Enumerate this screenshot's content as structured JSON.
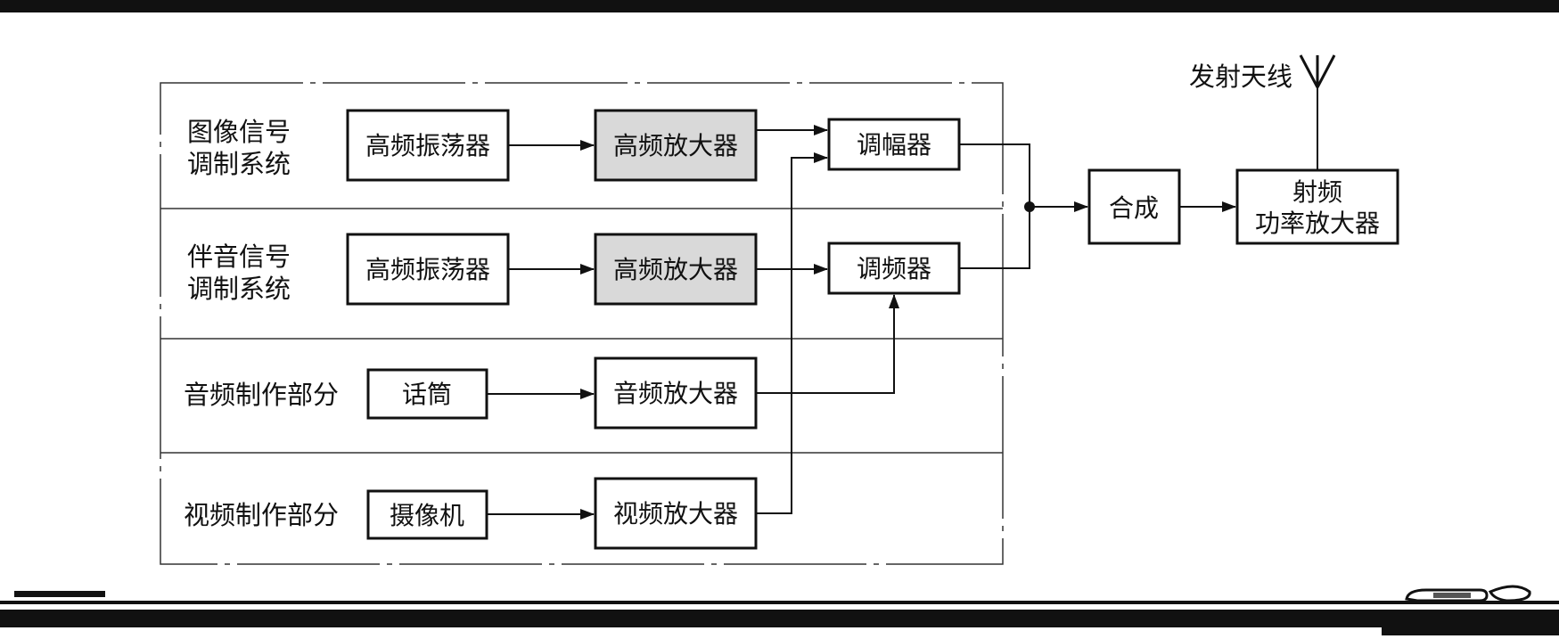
{
  "colors": {
    "ink": "#111111",
    "shaded": "#d9d9d9",
    "paper": "#ffffff",
    "frame_line": "#333333"
  },
  "sections": {
    "image": [
      "图像信号",
      "调制系统"
    ],
    "sound": [
      "伴音信号",
      "调制系统"
    ],
    "audio": "音频制作部分",
    "video": "视频制作部分"
  },
  "blocks": {
    "hf_osc_1": "高频振荡器",
    "hf_amp_1": "高频放大器",
    "am_mod": "调幅器",
    "hf_osc_2": "高频振荡器",
    "hf_amp_2": "高频放大器",
    "fm_mod": "调频器",
    "mic": "话筒",
    "audio_amp": "音频放大器",
    "camera": "摄像机",
    "video_amp": "视频放大器",
    "combiner": "合成",
    "rf_amp": [
      "射频",
      "功率放大器"
    ]
  },
  "antenna_label": "发射天线",
  "icons": {
    "antenna": "antenna-icon",
    "junction": "junction-dot-icon"
  }
}
